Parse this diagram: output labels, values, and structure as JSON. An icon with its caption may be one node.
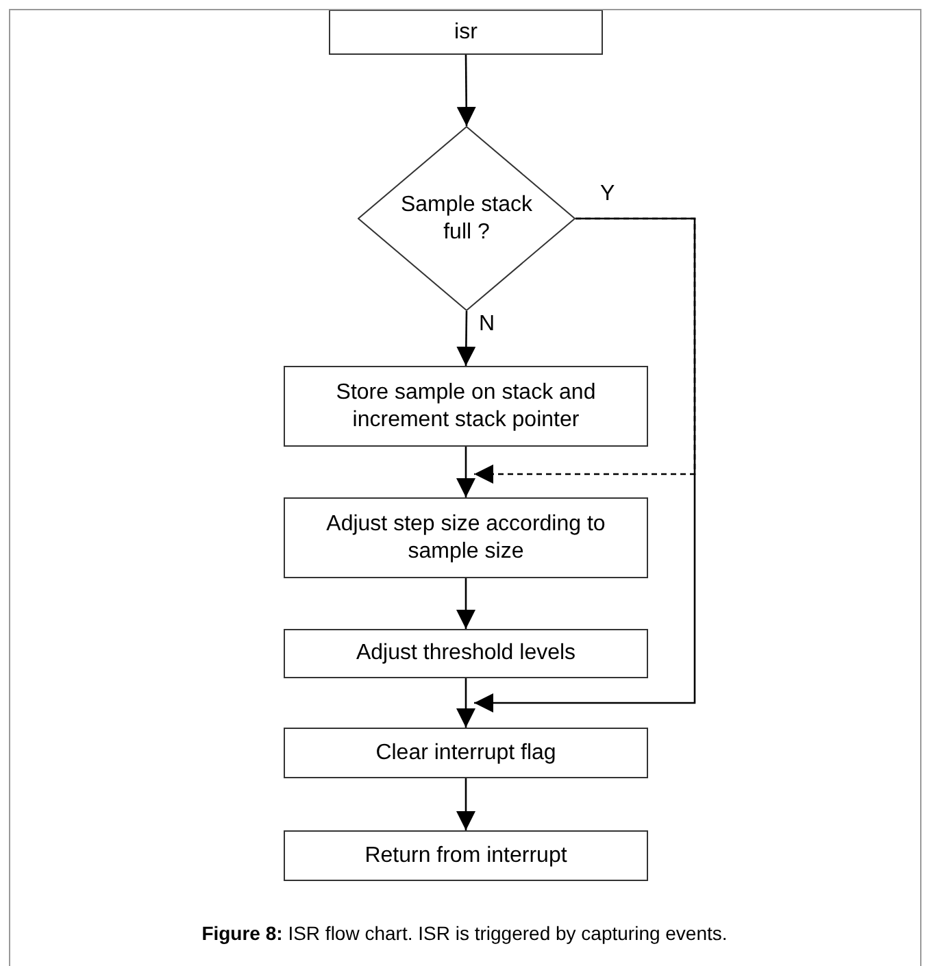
{
  "diagram": {
    "caption": "**Figure 8:** ISR flow chart. ISR is triggered by capturing events.",
    "nodes": [
      {
        "text": [
          "isr"
        ]
      },
      {
        "text": [
          "Sample stack full ?"
        ]
      },
      {
        "text": [
          "Store sample on stack and increment stack pointer"
        ]
      },
      {
        "text": [
          "Adjust step size according to sample size"
        ]
      },
      {
        "text": [
          "Adjust threshold levels"
        ]
      },
      {
        "text": [
          "Clear interrupt flag"
        ]
      },
      {
        "text": [
          "Return from interrupt"
        ]
      }
    ],
    "edges": [
      {
        "from": 0,
        "to": 1,
        "arrow": "to"
      },
      {
        "from": 1,
        "to": 2,
        "arrow": "to",
        "label": "N"
      },
      {
        "from": 2,
        "to": 3,
        "arrow": "to"
      },
      {
        "from": 1,
        "to": 3,
        "arrow": "to",
        "style": "dashed"
      },
      {
        "from": 3,
        "to": 4,
        "arrow": "to"
      },
      {
        "from": 4,
        "to": 5,
        "arrow": "to"
      },
      {
        "from": 1,
        "to": 5,
        "arrow": "to",
        "label": "Y"
      },
      {
        "from": 5,
        "to": 6,
        "arrow": "to"
      }
    ]
  }
}
